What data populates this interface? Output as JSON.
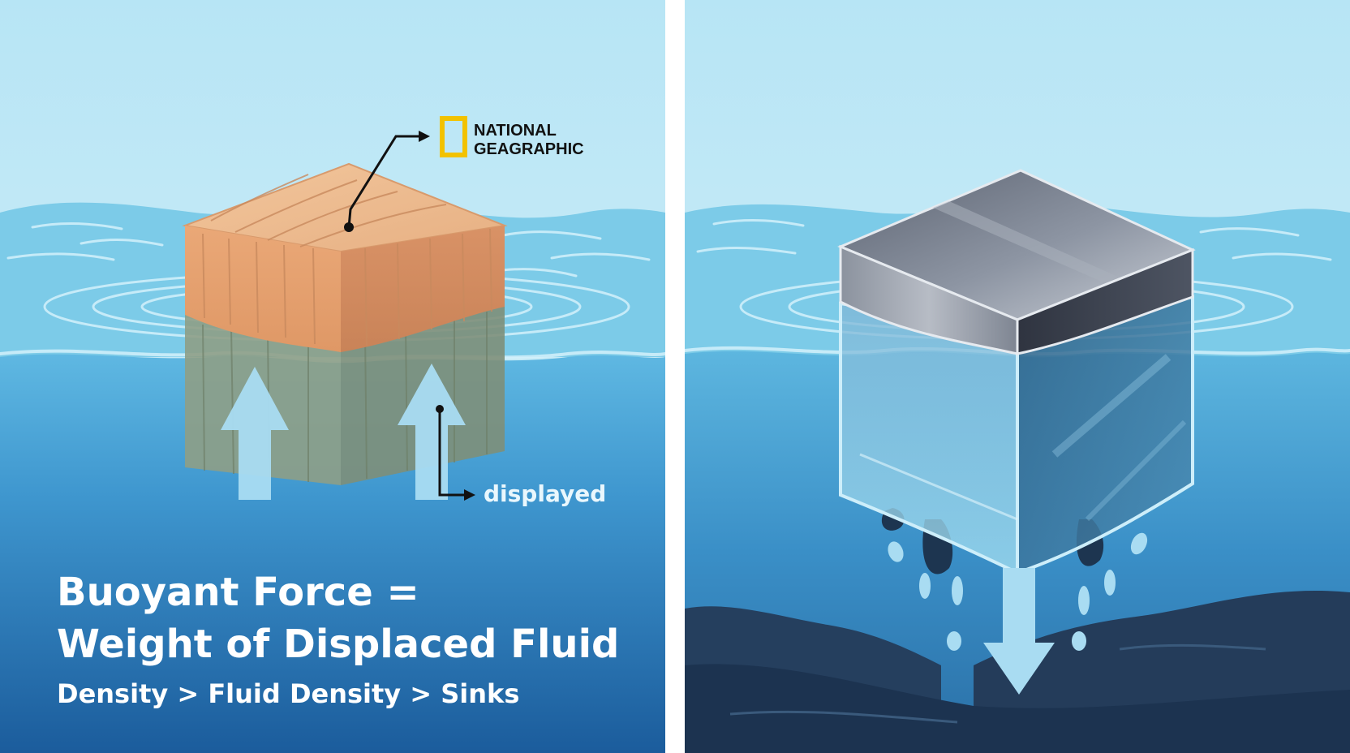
{
  "logo": {
    "line1": "NATIONAL",
    "line2": "GEAGRAPHIC"
  },
  "left_panel": {
    "annotation_label": "displayed",
    "formula_line1": "Buoyant Force =",
    "formula_line2": "Weight of Displaced Fluid",
    "density_rule": "Density > Fluid Density > Sinks"
  },
  "colors": {
    "sky_top": "#b9e6f5",
    "water_surface": "#5fb6e0",
    "water_deep": "#1d5f9e",
    "wood": "#e9a877",
    "metal": "#6d7482",
    "logo_yellow": "#f2c200",
    "arrow_fill": "#a9dcf2"
  }
}
